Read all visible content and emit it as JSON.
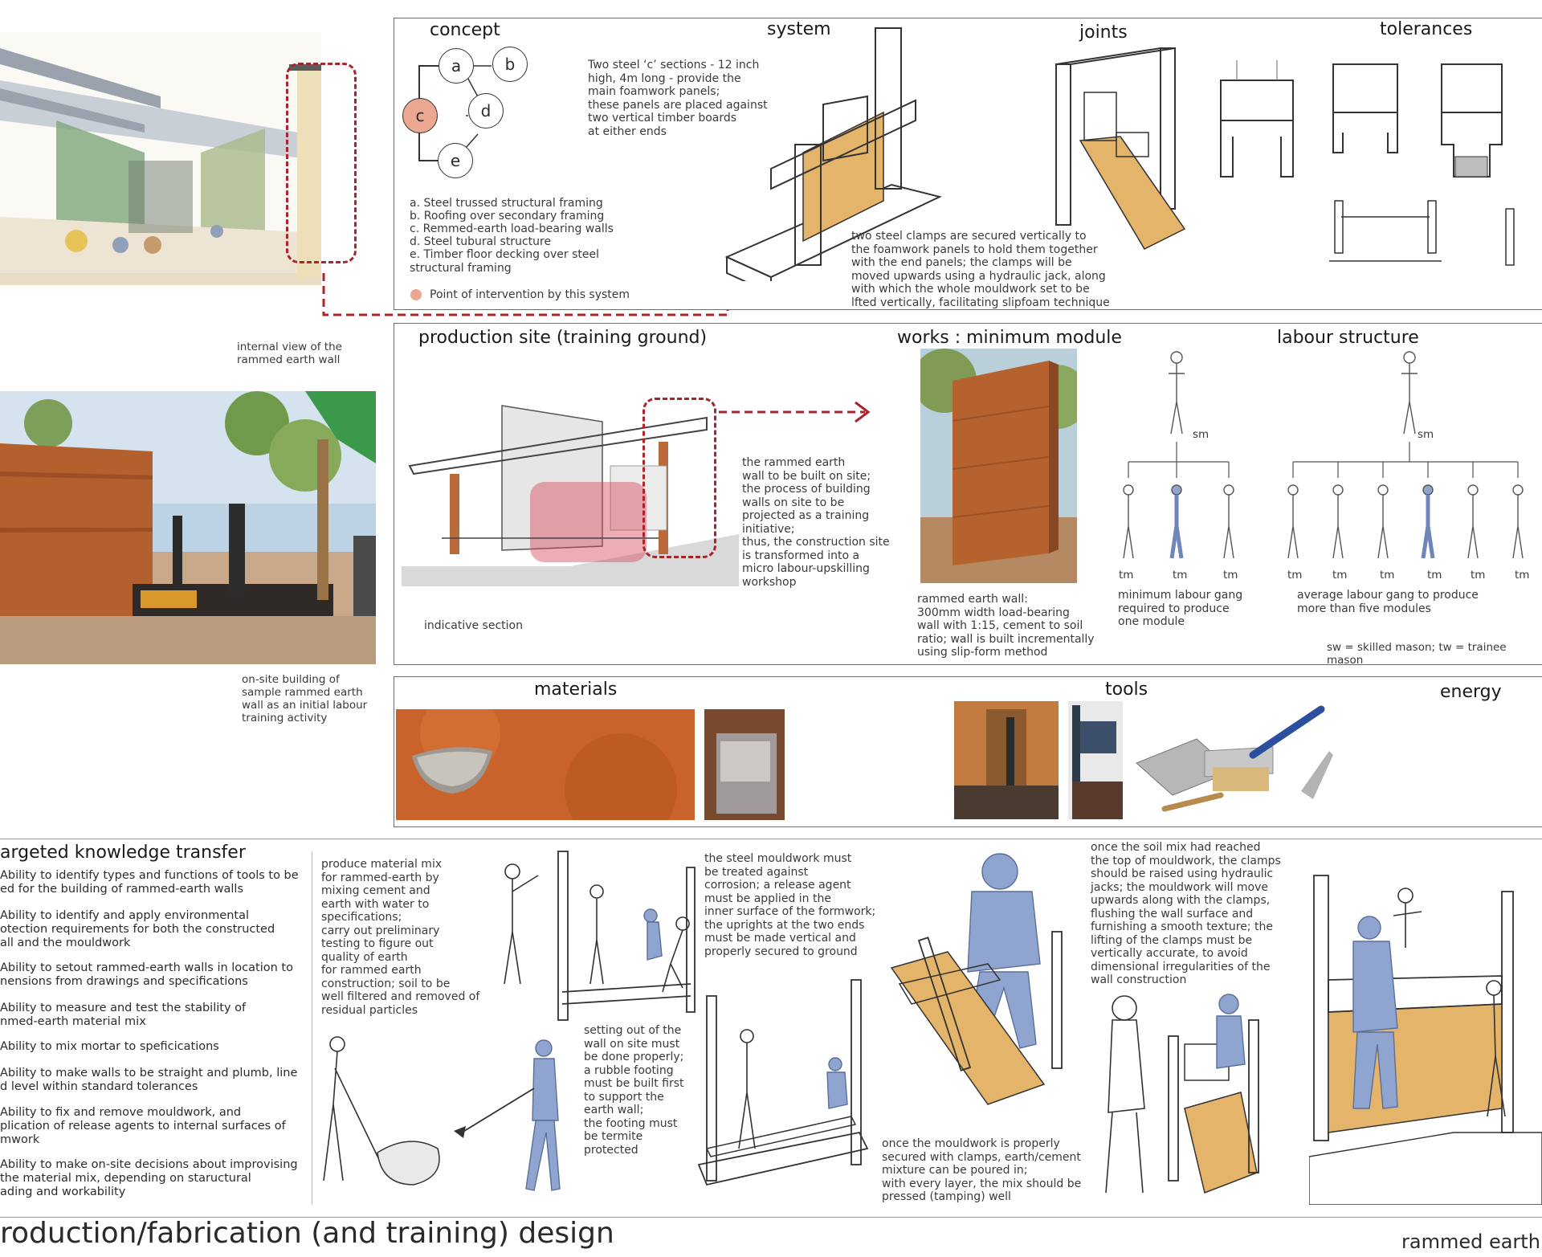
{
  "colors": {
    "accent_red": "#a8252c",
    "intervention": "#eba78f",
    "earth": "#b86a3a",
    "fill_yellow": "#e3b469",
    "figure_blue": "#8fa4cf"
  },
  "concept": {
    "title": "concept",
    "nodes": [
      "a",
      "b",
      "c",
      "d",
      "e"
    ],
    "legend": [
      "a.  Steel trussed structural framing",
      "b.  Roofing over secondary framing",
      "c.  Remmed-earth load-bearing walls",
      "d.  Steel tubural structure",
      "e.  Timber floor decking over steel\n      structural framing"
    ],
    "intervention": "Point of intervention by this system"
  },
  "system": {
    "title": "system",
    "text1": "Two steel ‘c’ sections - 12 inch\nhigh, 4m long - provide the\nmain foamwork panels;\nthese panels are placed against\ntwo vertical timber boards\nat either ends",
    "text2": "two steel clamps are secured vertically to\nthe foamwork panels to hold them together\nwith the end panels; the clamps will be\nmoved upwards using a hydraulic jack, along\nwith which the whole mouldwork set to be\nlfted vertically, facilitating slipfoam technique"
  },
  "joints": {
    "title": "joints"
  },
  "tolerances": {
    "title": "tolerances"
  },
  "left": {
    "caption1": "internal view of the\nrammed earth wall",
    "caption2": "on-site building of\nsample rammed earth\nwall as an initial labour\ntraining activity"
  },
  "production": {
    "title": "production site (training ground)",
    "section_label": "indicative section",
    "text": "the rammed earth\nwall to be built on site;\nthe process of building\nwalls on site to be\nprojected as a training\ninitiative;\nthus, the construction site\nis transformed into a\nmicro labour-upskilling\nworkshop"
  },
  "works": {
    "title": "works : minimum module",
    "text": "rammed earth wall:\n300mm width load-bearing\nwall with 1:15, cement to soil\nratio; wall is built incrementally\nusing slip-form method"
  },
  "labour": {
    "title": "labour structure",
    "top_label": "sm",
    "bottom_label": "tm",
    "min_caption": "minimum labour gang\nrequired to produce\none module",
    "avg_caption": "average labour gang to produce\nmore than five modules",
    "legend": "sw = skilled mason; tw = trainee mason"
  },
  "materials": {
    "title": "materials"
  },
  "tools": {
    "title": "tools"
  },
  "energy": {
    "title": "energy"
  },
  "knowledge": {
    "title": "argeted knowledge transfer",
    "items": [
      "Ability to identify types and functions of tools to be\ned for the building of rammed-earth walls",
      "Ability to identify and apply environmental\notection requirements for both the constructed\nall and the mouldwork",
      "Ability to setout rammed-earth walls in location to\nnensions from drawings and specifications",
      "Ability to measure and test the stability of\nnmed-earth material mix",
      "Ability to mix mortar to speficications",
      "Ability to make walls to be straight and plumb, line\nd level within standard tolerances",
      "Ability to fix and remove mouldwork, and\nplication of release agents to internal surfaces of\nmwork",
      "Ability to make on-site decisions about improvising\n the material mix, depending on staructural\nading and workability"
    ]
  },
  "steps": {
    "mix": "produce material mix\nfor rammed-earth by\nmixing cement and\nearth with water to\nspecifications;\ncarry out preliminary\ntesting to figure out\nquality of earth\nfor rammed earth\nconstruction; soil to be\nwell filtered and removed of\nresidual particles",
    "setout": "setting out of the\nwall on site must\nbe done properly;\na rubble footing\nmust be built first\nto support the\nearth wall;\nthe footing must\nbe termite\nprotected",
    "steel": "the steel mouldwork must\nbe treated against\ncorrosion; a release agent\nmust be applied in the\ninner surface of the formwork;\nthe uprights at the two ends\nmust be made vertical and\nproperly secured to ground",
    "pour": "once the mouldwork is properly\nsecured with clamps, earth/cement\nmixture can be poured in;\nwith every layer, the mix should be\npressed (tamping) well",
    "raise": "once the soil mix had reached\nthe top of mouldwork, the clamps\nshould be raised using hydraulic\njacks; the mouldwork will move\nupwards along with the clamps,\nflushing the wall surface and\nfurnishing a smooth texture; the\nlifting of the clamps must be\nvertically accurate, to avoid\ndimensional irregularities of the\nwall construction"
  },
  "footer": {
    "title": "roduction/fabrication (and training) design",
    "right": "rammed earth"
  }
}
